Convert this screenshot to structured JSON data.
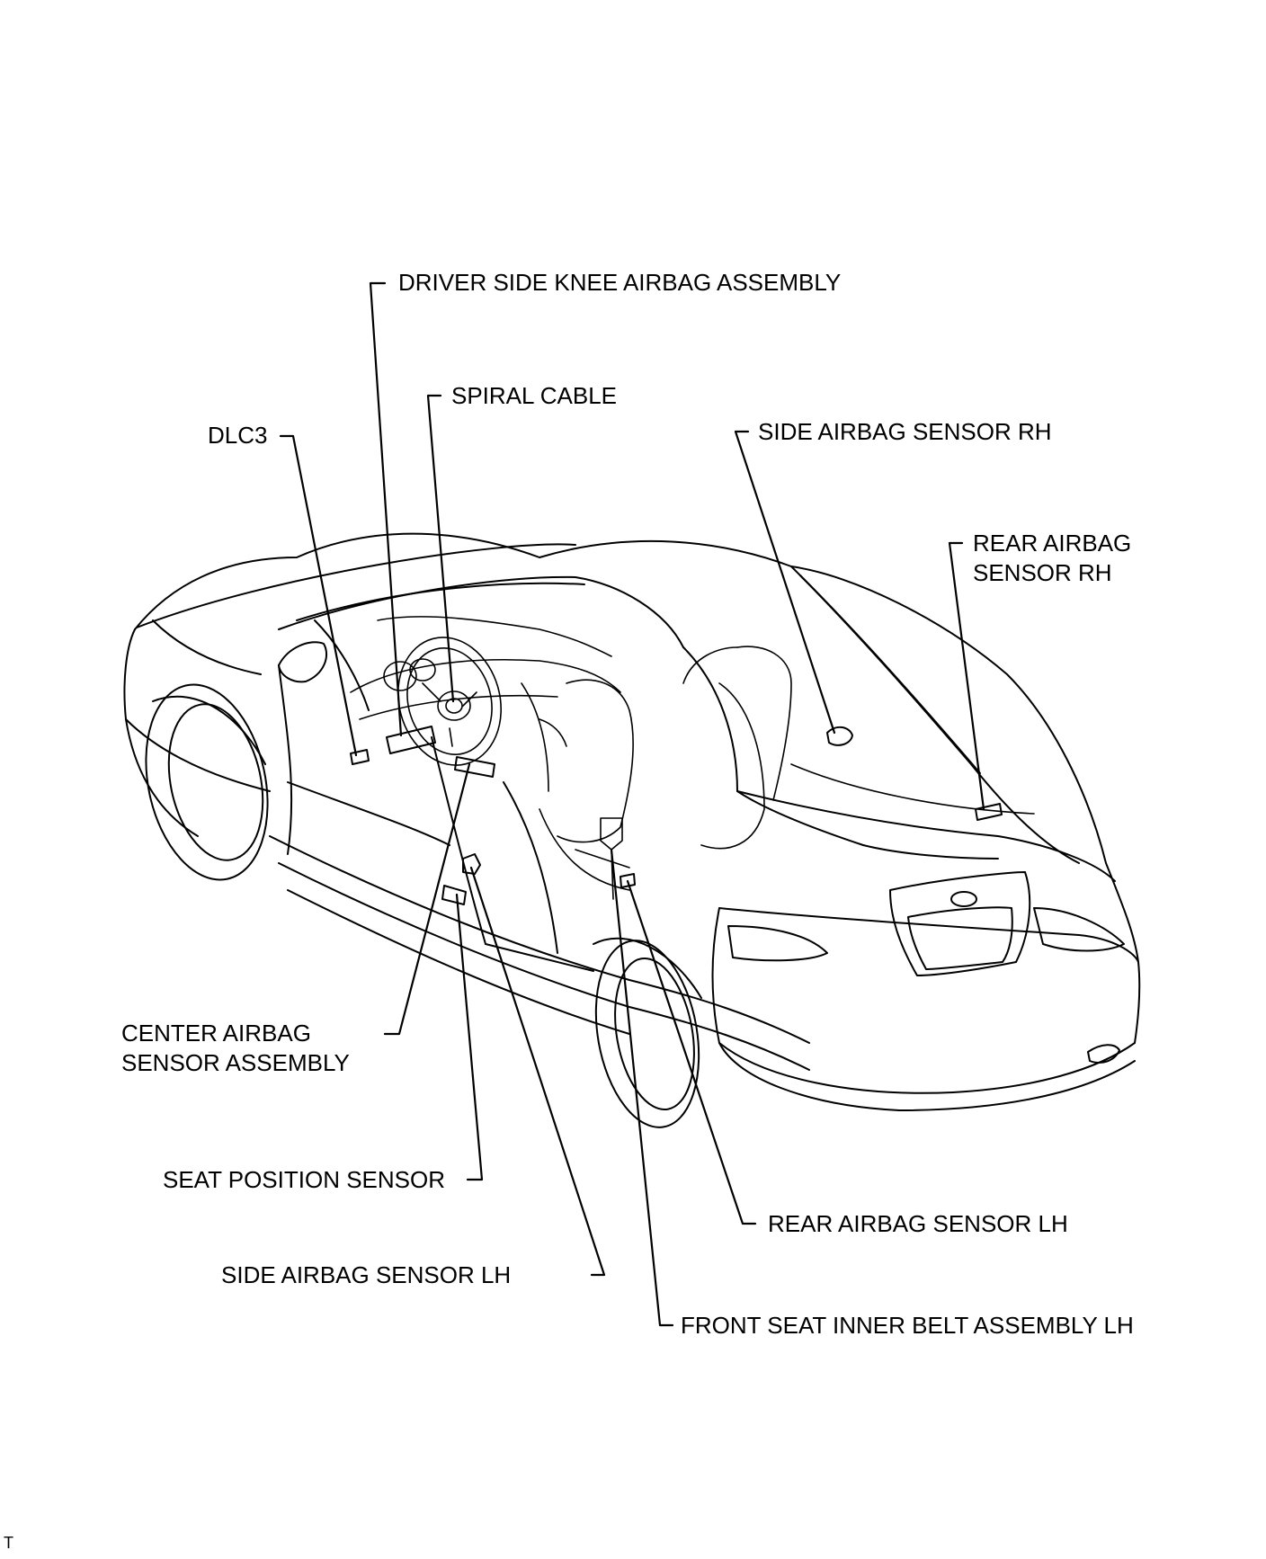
{
  "labels": {
    "knee_airbag": "DRIVER SIDE KNEE AIRBAG ASSEMBLY",
    "spiral_cable": "SPIRAL CABLE",
    "dlc3": "DLC3",
    "side_sensor_rh": "SIDE AIRBAG SENSOR RH",
    "rear_sensor_rh_1": "REAR AIRBAG",
    "rear_sensor_rh_2": "SENSOR RH",
    "center_sensor_1": "CENTER AIRBAG",
    "center_sensor_2": "SENSOR ASSEMBLY",
    "seat_position": "SEAT POSITION SENSOR",
    "rear_sensor_lh": "REAR AIRBAG SENSOR LH",
    "side_sensor_lh": "SIDE AIRBAG SENSOR LH",
    "belt_lh": "FRONT SEAT INNER BELT ASSEMBLY LH"
  },
  "corner_mark": "T"
}
